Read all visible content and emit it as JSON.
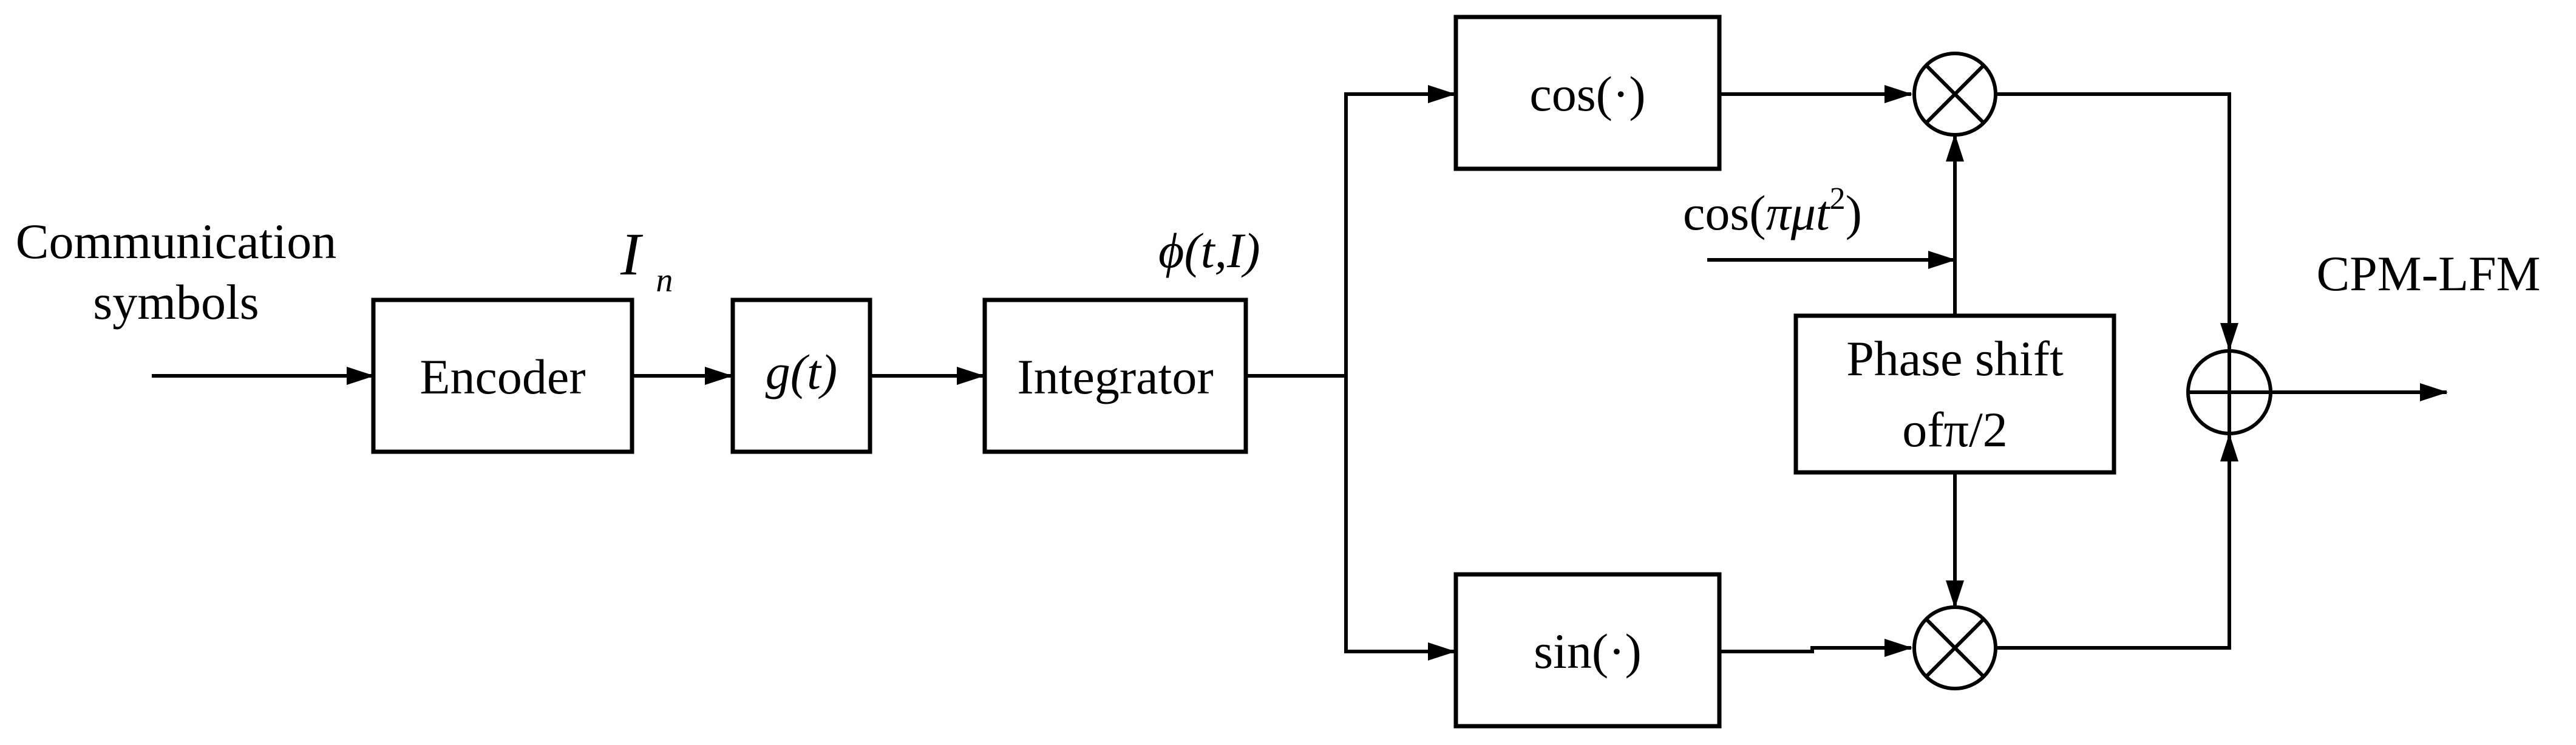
{
  "input_label": {
    "line1": "Communication",
    "line2": "symbols"
  },
  "blocks": {
    "encoder": "Encoder",
    "shaping_filter": "g(t)",
    "integrator": "Integrator",
    "cosine": "cos(·)",
    "sine": "sin(·)",
    "phase_shift": {
      "line1": "Phase shift",
      "line2": "ofπ/2"
    }
  },
  "signals": {
    "encoded_symbol": {
      "base": "I",
      "subscript": "n"
    },
    "phase": "ϕ(t,I)",
    "carrier": {
      "prefix": "cos(",
      "argument": "πμt",
      "exponent": "2",
      "suffix": ")"
    },
    "output": "CPM-LFM"
  },
  "colors": {
    "stroke": "#000000",
    "background": "#ffffff"
  }
}
